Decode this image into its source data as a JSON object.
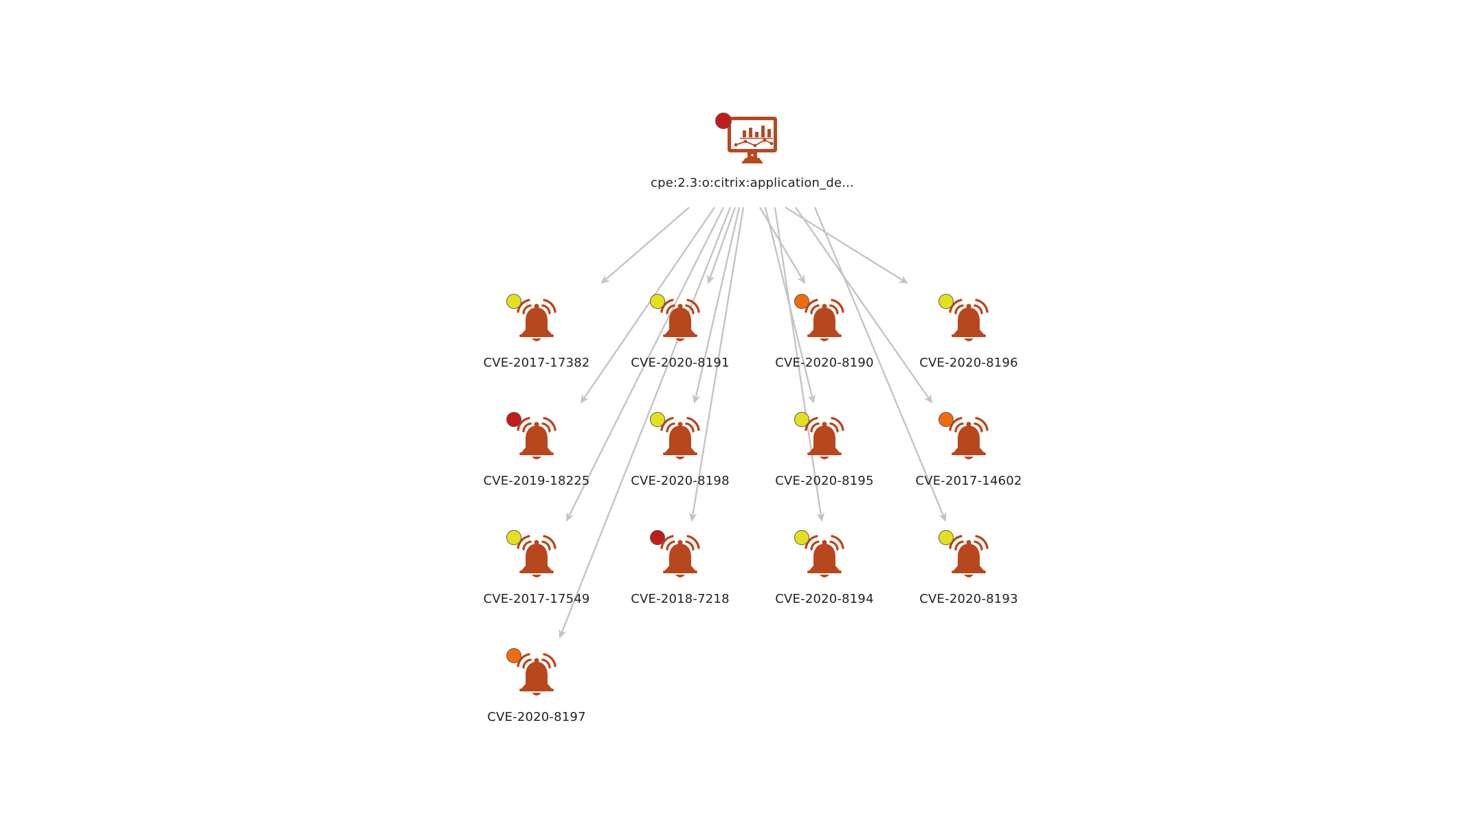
{
  "root": {
    "label": "cpe:2.3:o:citrix:application_de...",
    "severity_color": "#c01c1c",
    "icon": "monitor-dashboard-icon"
  },
  "icon_color": "#b9471e",
  "edge_color": "#c4c4c4",
  "nodes": [
    {
      "label": "CVE-2017-17382",
      "severity_color": "#e3e01e",
      "icon": "alarm-bell-icon"
    },
    {
      "label": "CVE-2020-8191",
      "severity_color": "#e3e01e",
      "icon": "alarm-bell-icon"
    },
    {
      "label": "CVE-2020-8190",
      "severity_color": "#f26c0c",
      "icon": "alarm-bell-icon"
    },
    {
      "label": "CVE-2020-8196",
      "severity_color": "#e3e01e",
      "icon": "alarm-bell-icon"
    },
    {
      "label": "CVE-2019-18225",
      "severity_color": "#c01c1c",
      "icon": "alarm-bell-icon"
    },
    {
      "label": "CVE-2020-8198",
      "severity_color": "#e3e01e",
      "icon": "alarm-bell-icon"
    },
    {
      "label": "CVE-2020-8195",
      "severity_color": "#e3e01e",
      "icon": "alarm-bell-icon"
    },
    {
      "label": "CVE-2017-14602",
      "severity_color": "#f26c0c",
      "icon": "alarm-bell-icon"
    },
    {
      "label": "CVE-2017-17549",
      "severity_color": "#e3e01e",
      "icon": "alarm-bell-icon"
    },
    {
      "label": "CVE-2018-7218",
      "severity_color": "#c01c1c",
      "icon": "alarm-bell-icon"
    },
    {
      "label": "CVE-2020-8194",
      "severity_color": "#e3e01e",
      "icon": "alarm-bell-icon"
    },
    {
      "label": "CVE-2020-8193",
      "severity_color": "#e3e01e",
      "icon": "alarm-bell-icon"
    },
    {
      "label": "CVE-2020-8197",
      "severity_color": "#f26c0c",
      "icon": "alarm-bell-icon"
    }
  ]
}
